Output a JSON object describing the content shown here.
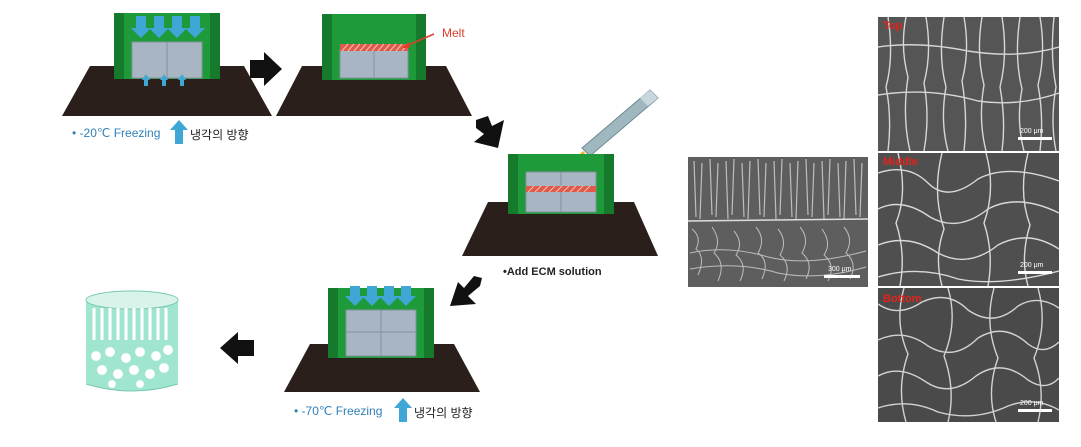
{
  "steps": {
    "step1_temp": "• -20℃ Freezing",
    "step1_dir": "냉각의 방향",
    "step2_annotation": "Melt",
    "step3_label": "•Add ECM solution",
    "step4_temp": "• -70℃ Freezing",
    "step4_dir": "냉각의 방향"
  },
  "sem": {
    "cross_section_scale": "300 μm",
    "top_label": "Top",
    "top_scale": "200 μm",
    "middle_label": "Middle",
    "middle_scale": "200 μm",
    "bottom_label": "Bottom",
    "bottom_scale": "200 μm"
  },
  "colors": {
    "mold_green": "#1f9a3a",
    "mold_dark_green": "#0f6b25",
    "base_dark": "#2a1f1a",
    "scaffold_gray": "#a8b6c4",
    "arrow_blue": "#3ea7d6",
    "melt_red": "#e05a4a",
    "label_blue": "#2f7fb8",
    "sem_tag_red": "#e3231b",
    "result_teal": "#8fe0c8"
  },
  "icons": [
    "down-arrow-icon",
    "up-arrow-icon",
    "process-arrow-icon",
    "pipette-icon"
  ]
}
